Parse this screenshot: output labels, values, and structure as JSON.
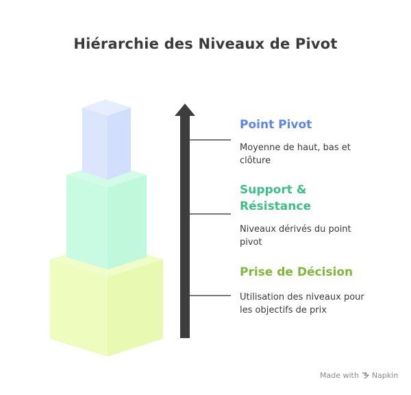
{
  "title": "Hiérarchie des Niveaux de Pivot",
  "levels": [
    {
      "title": "Point Pivot",
      "description": "Moyenne de haut, bas et clôture",
      "color": "#5b86e5",
      "block_color": "#dbe6fd"
    },
    {
      "title": "Support &\nRésistance",
      "description": "Niveaux dérivés du point pivot",
      "color": "#3dbf87",
      "block_color": "#c9fbe3"
    },
    {
      "title": "Prise de Décision",
      "description": "Utilisation des niveaux pour les objectifs de prix",
      "color": "#7fb83a",
      "block_color": "#eefcbe"
    }
  ],
  "footer": {
    "made_with": "Made with",
    "brand": "Napkin",
    "logo_icon": "napkin-logo-icon"
  },
  "arrow_color": "#3d3d3d"
}
